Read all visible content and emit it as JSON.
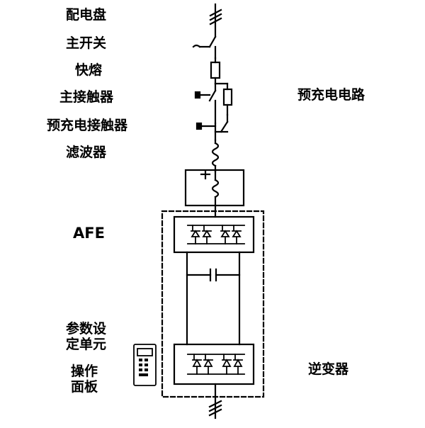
{
  "labels": {
    "distribution_panel": "配电盘",
    "main_switch": "主开关",
    "fast_fuse": "快熔",
    "main_contactor": "主接触器",
    "precharge_contactor": "预充电接触器",
    "filter": "滤波器",
    "afe": "AFE",
    "param_unit_line1": "参数设",
    "param_unit_line2": "定单元",
    "operation_panel_line1": "操作",
    "operation_panel_line2": "面板",
    "precharge_circuit": "预充电电路",
    "inverter": "逆变器"
  },
  "colors": {
    "stroke": "#000000",
    "background": "#ffffff"
  }
}
